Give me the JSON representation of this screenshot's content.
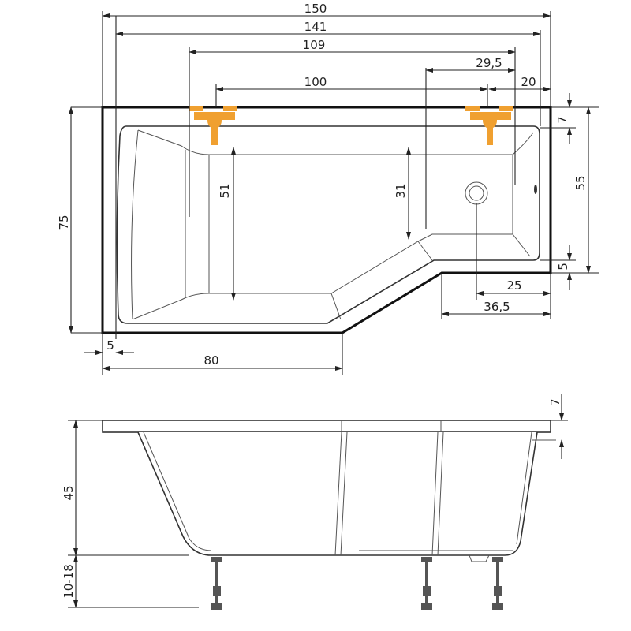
{
  "title": "Bathtub technical drawing",
  "colors": {
    "faucet": "#F0A030",
    "line": "#222222"
  },
  "top_view": {
    "dims": {
      "overall_length": "150",
      "inner_length": "141",
      "d109": "109",
      "d29_5": "29,5",
      "faucet_spacing": "100",
      "d20": "20",
      "overall_width": "75",
      "rim_left": "5",
      "wide_part_length": "80",
      "inner_width_wide": "51",
      "inner_width_narrow": "31",
      "narrow_width": "55",
      "rim_top": "7",
      "rim_bottom": "5",
      "drain_offset": "25",
      "narrow_length": "36,5"
    }
  },
  "side_view": {
    "dims": {
      "rim_height": "7",
      "tub_height": "45",
      "leg_height": "10-18"
    }
  }
}
